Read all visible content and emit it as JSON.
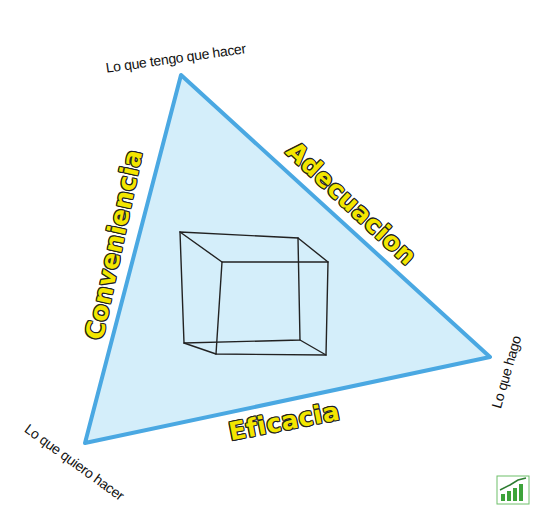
{
  "diagram": {
    "labels": [
      "Lo que tengo que hacer",
      "Conveniencia",
      "Adecuacion",
      "Lo que hago",
      "Eficacia",
      "Lo que quiero hacer"
    ]
  }
}
